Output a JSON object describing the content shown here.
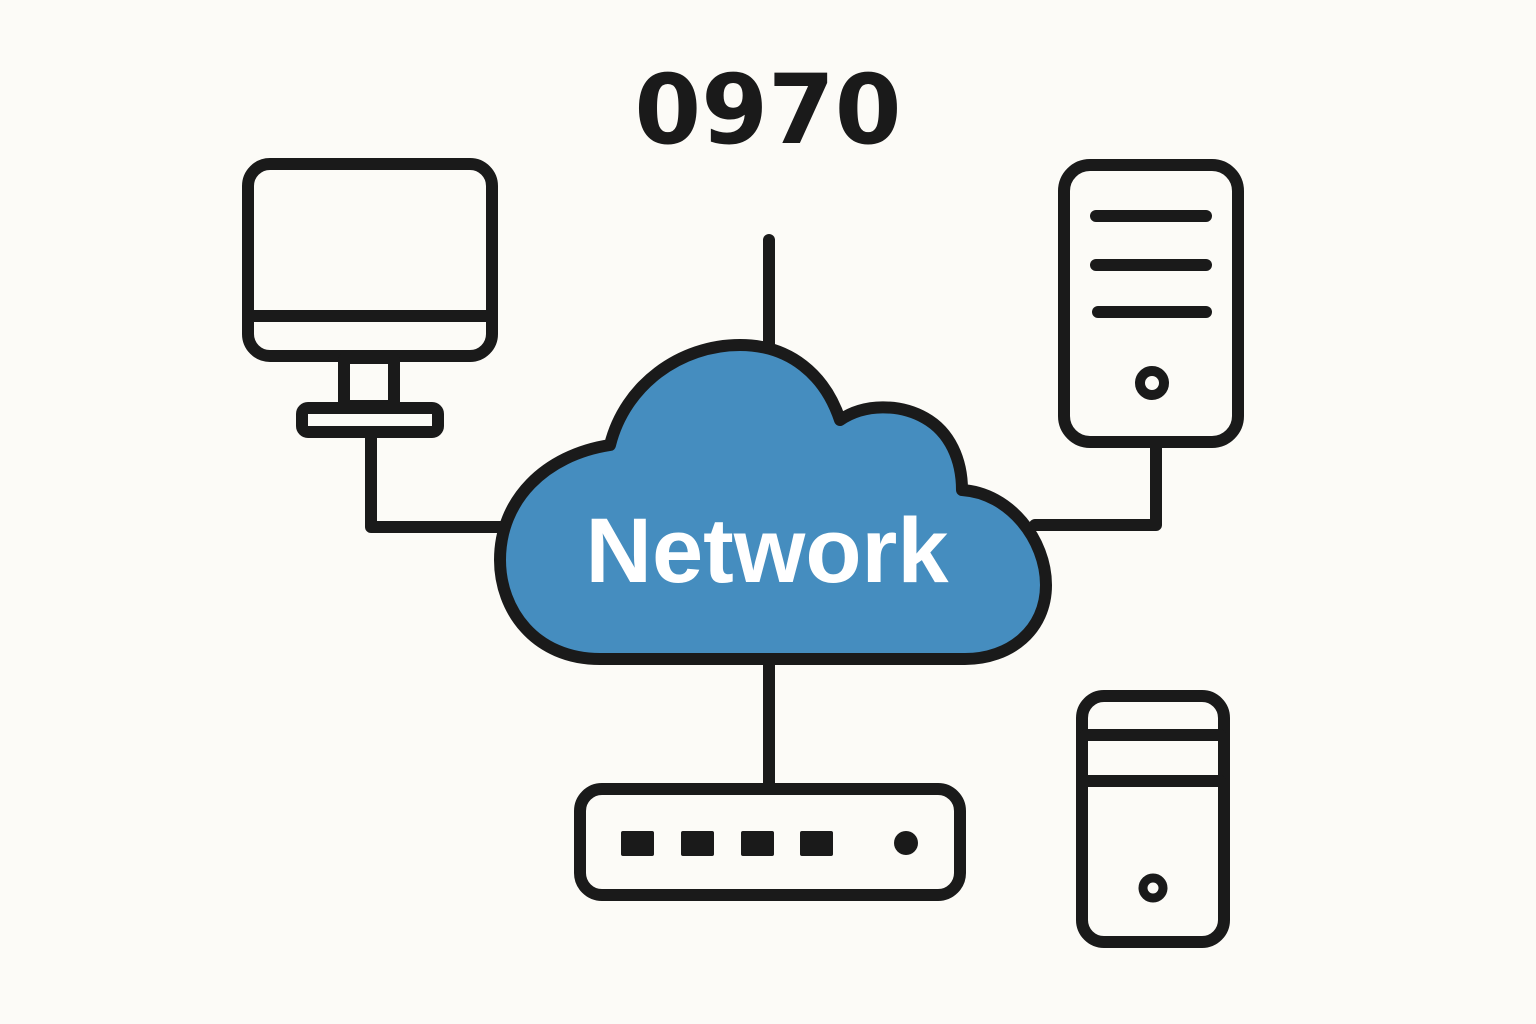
{
  "diagram": {
    "title": "0970",
    "cloud_label": "Network",
    "colors": {
      "cloud_fill": "#458dbf",
      "outline": "#1a1a1a",
      "background": "#fcfbf7"
    },
    "nodes": [
      {
        "id": "monitor",
        "icon": "monitor-icon"
      },
      {
        "id": "server-tower",
        "icon": "server-icon"
      },
      {
        "id": "router",
        "icon": "router-icon"
      },
      {
        "id": "pc-tower",
        "icon": "pc-tower-icon"
      },
      {
        "id": "cloud",
        "icon": "cloud-icon"
      }
    ]
  }
}
